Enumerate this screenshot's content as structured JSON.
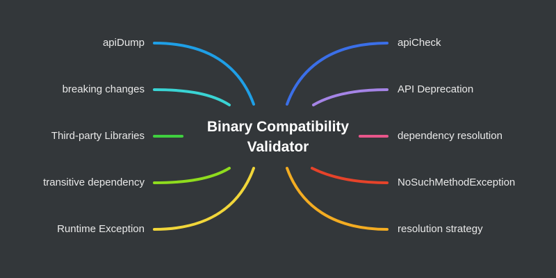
{
  "center": {
    "line1": "Binary Compatibility",
    "line2": "Validator"
  },
  "branches": {
    "left": [
      {
        "label": "apiDump",
        "color": "#1f9fe6"
      },
      {
        "label": "breaking changes",
        "color": "#3ad4d4"
      },
      {
        "label": "Third-party Libraries",
        "color": "#3fcf3f"
      },
      {
        "label": "transitive dependency",
        "color": "#8fdc1e"
      },
      {
        "label": "Runtime Exception",
        "color": "#f1d63a"
      }
    ],
    "right": [
      {
        "label": "apiCheck",
        "color": "#3b6fe8"
      },
      {
        "label": "API Deprecation",
        "color": "#a584e6"
      },
      {
        "label": "dependency resolution",
        "color": "#e8568a"
      },
      {
        "label": "NoSuchMethodException",
        "color": "#e6432a"
      },
      {
        "label": "resolution strategy",
        "color": "#f3ac22"
      }
    ]
  }
}
